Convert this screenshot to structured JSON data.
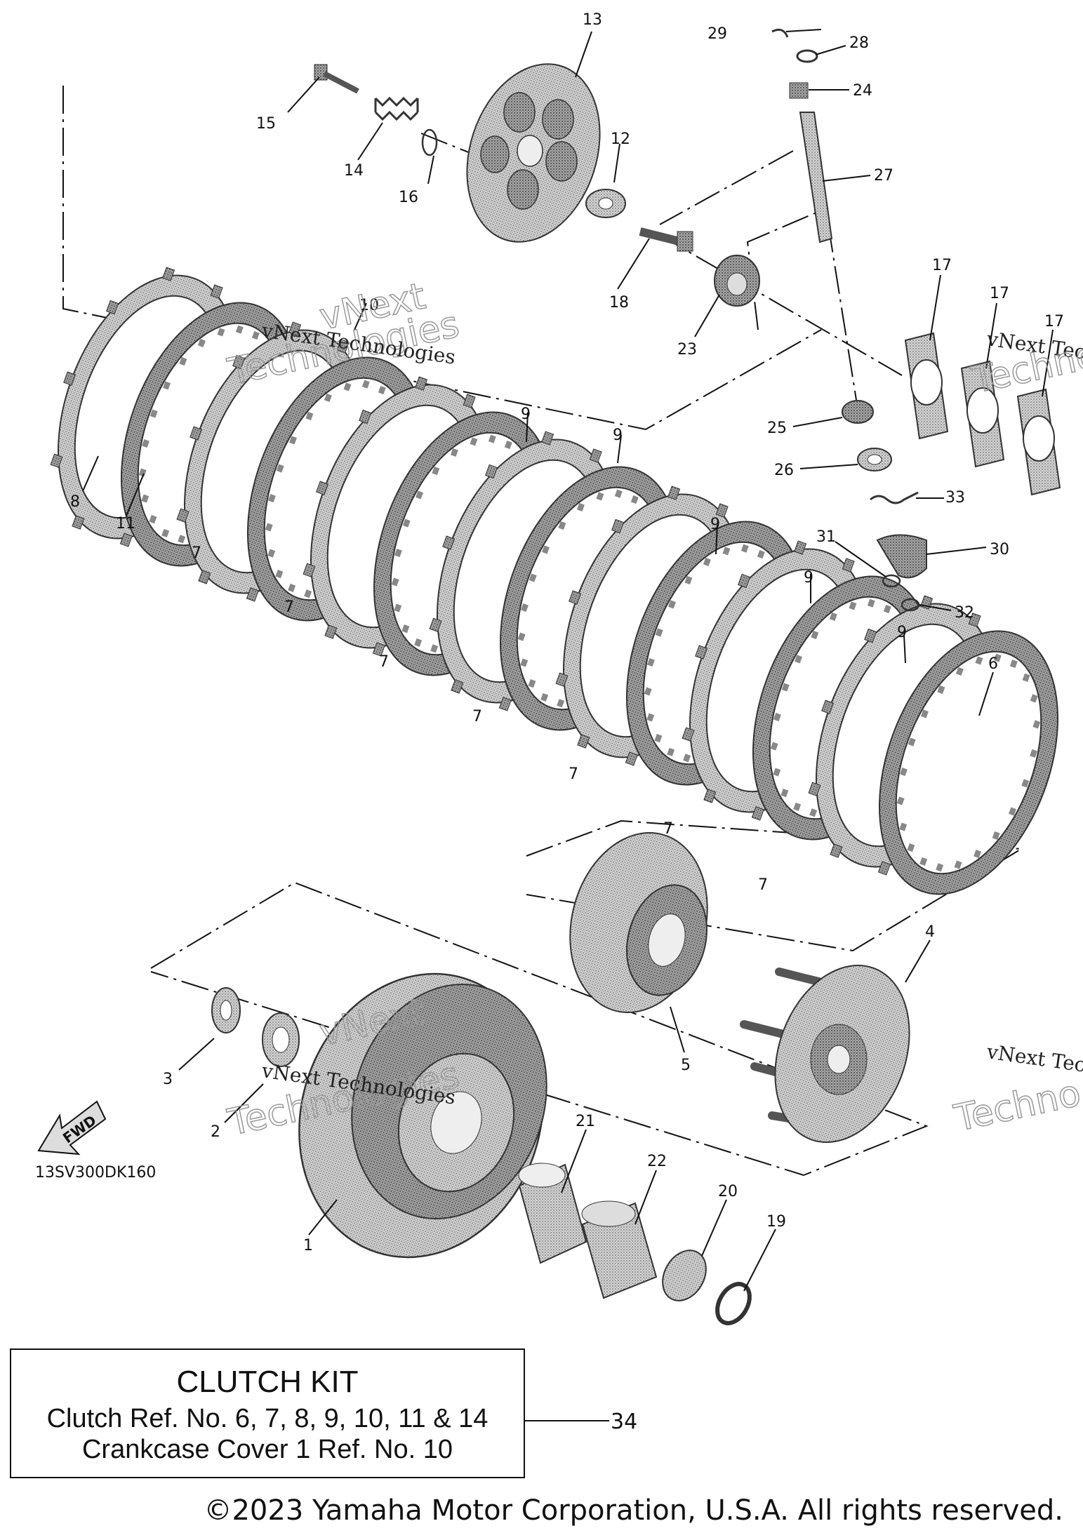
{
  "callouts": {
    "c1": "1",
    "c2": "2",
    "c3": "3",
    "c4": "4",
    "c5": "5",
    "c6": "6",
    "c7": "7",
    "c8": "8",
    "c9": "9",
    "c10": "10",
    "c11": "11",
    "c12": "12",
    "c13": "13",
    "c14": "14",
    "c15": "15",
    "c16": "16",
    "c17": "17",
    "c18": "18",
    "c19": "19",
    "c20": "20",
    "c21": "21",
    "c22": "22",
    "c23": "23",
    "c24": "24",
    "c25": "25",
    "c26": "26",
    "c27": "27",
    "c28": "28",
    "c29": "29",
    "c30": "30",
    "c31": "31",
    "c32": "32",
    "c33": "33"
  },
  "watermark": {
    "line_text": "vNext Technologies",
    "outline_top": "vNext",
    "outline_bottom": "Technologies",
    "partial_line": "vNext Tec",
    "partial_outline": "Techno"
  },
  "fwd_label": "FWD",
  "diagram_code": "13SV300DK160",
  "clutch_kit": {
    "title": "CLUTCH KIT",
    "line1": "Clutch Ref. No. 6, 7, 8, 9, 10, 11 & 14",
    "line2": "Crankcase Cover 1 Ref. No. 10",
    "ref_number": "34"
  },
  "copyright": "©2023 Yamaha Motor Corporation, U.S.A. All rights reserved.",
  "colors": {
    "line": "#111111",
    "part_fill": "#cfcfcf",
    "part_dark": "#8a8a8a"
  }
}
